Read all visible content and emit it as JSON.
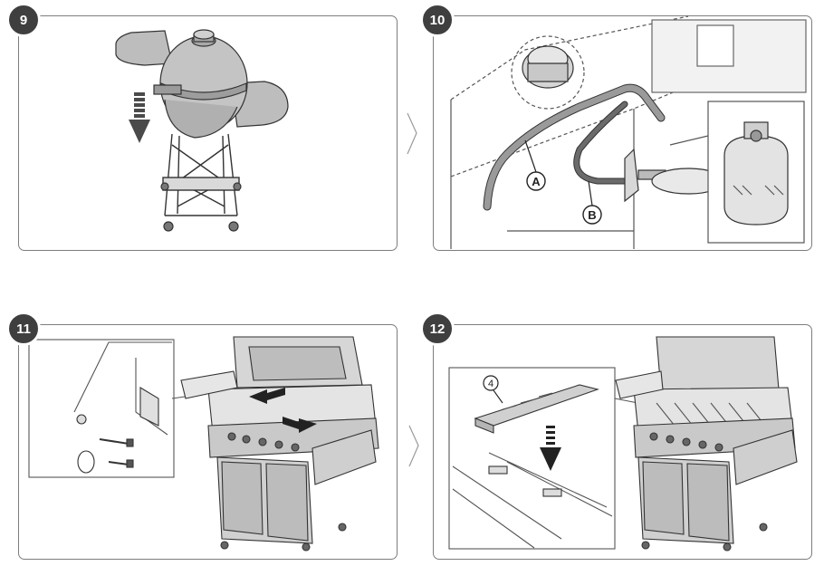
{
  "steps": [
    {
      "number": "9"
    },
    {
      "number": "10"
    },
    {
      "number": "11"
    },
    {
      "number": "12"
    }
  ],
  "callouts": {
    "hose_a": "A",
    "hose_b": "B",
    "part_4": "4"
  }
}
